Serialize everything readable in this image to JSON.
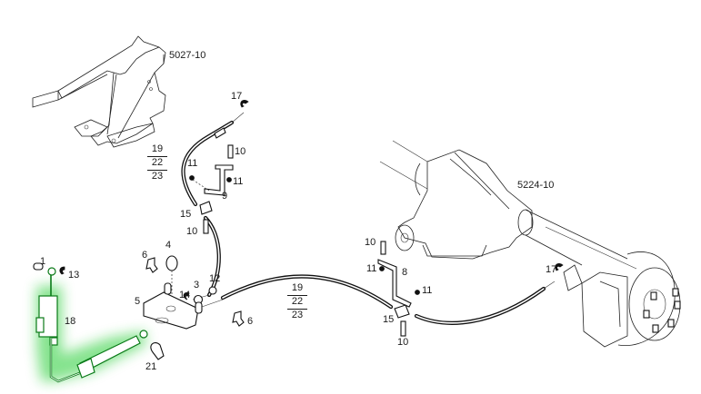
{
  "diagram": {
    "title": "Parking brake cable assembly exploded view",
    "highlight_color": "#22cc33",
    "assemblies": [
      {
        "ref": "5027-10",
        "description": "hand-brake lever"
      },
      {
        "ref": "5224-10",
        "description": "rear axle"
      }
    ],
    "callouts": {
      "p1": "1",
      "p3": "3",
      "p4": "4",
      "p5": "5",
      "p6a": "6",
      "p6b": "6",
      "p8": "8",
      "p9": "9",
      "p10a": "10",
      "p10b": "10",
      "p10c": "10",
      "p10d": "10",
      "p11a": "11",
      "p11b": "11",
      "p11c": "11",
      "p11d": "11",
      "p12": "12",
      "p13": "13",
      "p14": "14",
      "p15a": "15",
      "p15b": "15",
      "p17a": "17",
      "p17b": "17",
      "p18": "18",
      "p21": "21"
    },
    "cable_stack_upper": [
      "19",
      "22",
      "23"
    ],
    "cable_stack_lower": [
      "19",
      "22",
      "23"
    ],
    "highlighted_part": "18"
  }
}
